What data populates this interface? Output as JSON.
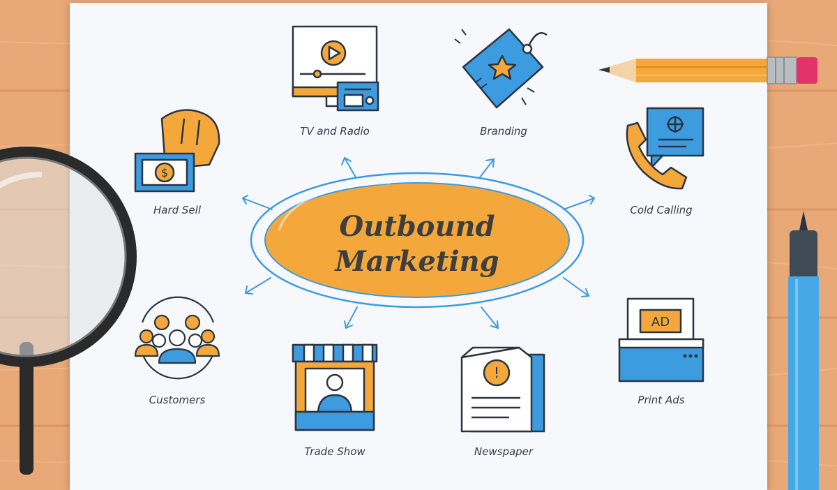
{
  "diagram": {
    "center": {
      "line1": "Outbound",
      "line2": "Marketing"
    },
    "nodes": [
      {
        "id": "tv-radio",
        "label": "TV and Radio"
      },
      {
        "id": "branding",
        "label": "Branding"
      },
      {
        "id": "hard-sell",
        "label": "Hard Sell"
      },
      {
        "id": "cold-calling",
        "label": "Cold Calling"
      },
      {
        "id": "customers",
        "label": "Customers"
      },
      {
        "id": "trade-show",
        "label": "Trade Show"
      },
      {
        "id": "newspaper",
        "label": "Newspaper"
      },
      {
        "id": "print-ads",
        "label": "Print Ads"
      }
    ],
    "print_ad_text": "AD",
    "hard_sell_symbol": "$",
    "newspaper_symbol": "!"
  },
  "colors": {
    "orange": "#f4a83c",
    "blue": "#3d9be0",
    "outline": "#2b3440",
    "paper": "#f6f8fb",
    "wood": "#e9a877"
  }
}
